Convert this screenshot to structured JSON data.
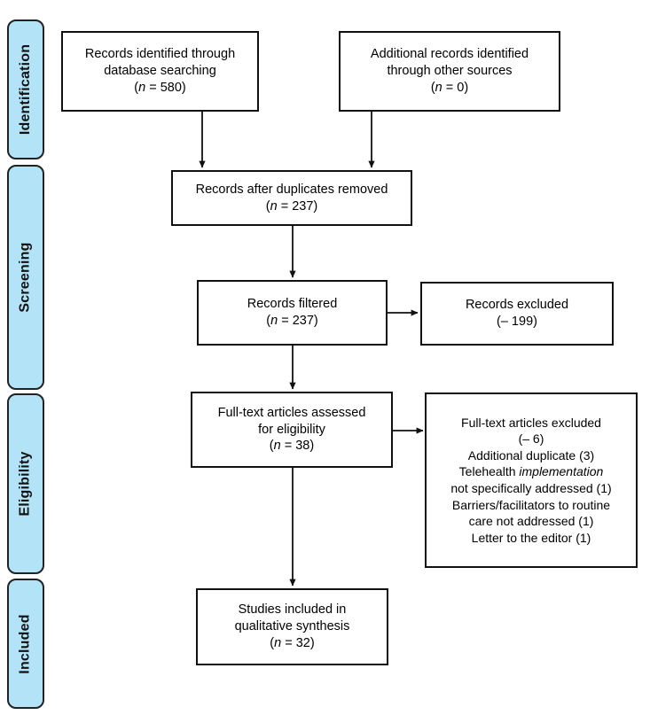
{
  "diagram": {
    "title": "PRISMA flow diagram",
    "background": "#ffffff",
    "stage_fill": "#b3e3f7",
    "stage_border": "#222222",
    "box_border": "#111111",
    "arrow_color": "#111111"
  },
  "stages": [
    {
      "label": "Identification"
    },
    {
      "label": "Screening"
    },
    {
      "label": "Eligibility"
    },
    {
      "label": "Included"
    }
  ],
  "nodes": {
    "records_identified": {
      "line1": "Records identified through",
      "line2": "database searching",
      "count_prefix": "(",
      "count_n": "n",
      "count_value": " = 580)"
    },
    "additional_records": {
      "line1": "Additional records identified",
      "line2": "through other sources",
      "count_n": "n",
      "count_value": " = 0)"
    },
    "duplicates_removed": {
      "line1": "Records after duplicates removed",
      "count_n": "n",
      "count_value": " = 237)"
    },
    "records_filtered": {
      "line1": "Records filtered",
      "count_n": "n",
      "count_value": " = 237)"
    },
    "records_excluded": {
      "line1": "Records excluded",
      "line2": "(– 199)"
    },
    "fulltext_assessed": {
      "line1": "Full-text articles assessed",
      "line2": "for eligibility",
      "count_n": "n",
      "count_value": " = 38)"
    },
    "fulltext_excluded": {
      "line1": "Full-text articles excluded",
      "line2": "(– 6)",
      "line3": "Additional duplicate (3)",
      "line4a": "Telehealth ",
      "line4b": "implementation",
      "line5": "not specifically addressed (1)",
      "line6": "Barriers/facilitators to routine",
      "line7": "care not addressed (1)",
      "line8": "Letter to the editor (1)"
    },
    "studies_included": {
      "line1": "Studies included in",
      "line2": "qualitative synthesis",
      "count_n": "n",
      "count_value": " = 32)"
    }
  }
}
